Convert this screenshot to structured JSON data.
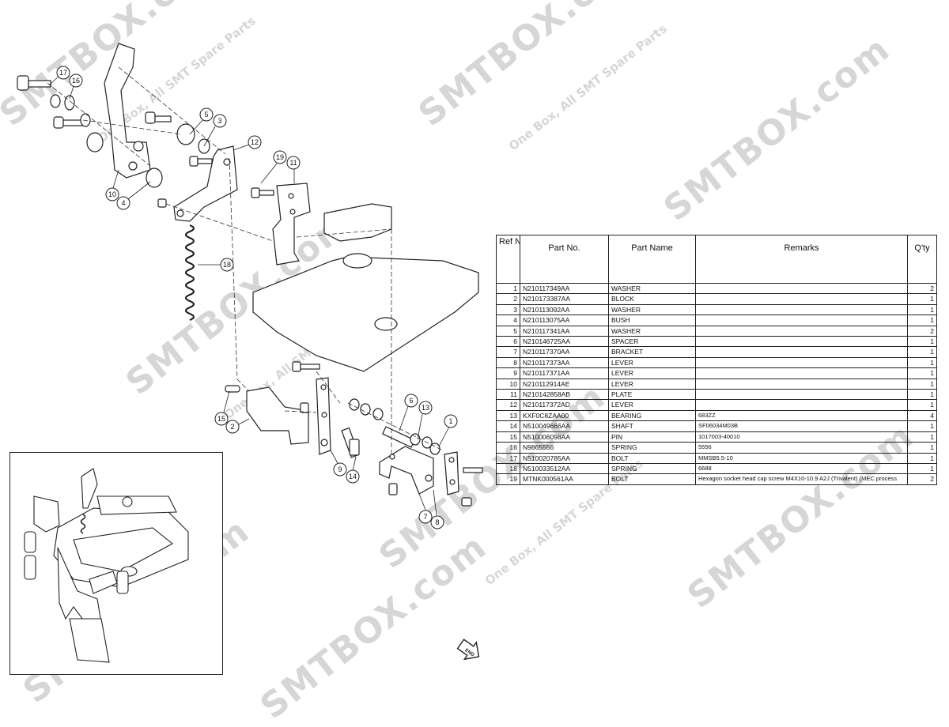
{
  "watermark": {
    "brand": "SMTBOX.com",
    "tagline": "One Box, All SMT Spare Parts"
  },
  "callouts": [
    "1",
    "2",
    "3",
    "4",
    "5",
    "6",
    "7",
    "8",
    "9",
    "10",
    "11",
    "12",
    "13",
    "14",
    "15",
    "16",
    "17",
    "18",
    "19"
  ],
  "table": {
    "headers": {
      "ref": "Ref No.",
      "part_no": "Part No.",
      "part_name": "Part Name",
      "remarks": "Remarks",
      "qty": "Q'ty"
    },
    "rows": [
      {
        "ref": "1",
        "part_no": "N210117349AA",
        "name": "WASHER",
        "remarks": "",
        "qty": "2"
      },
      {
        "ref": "2",
        "part_no": "N210173387AA",
        "name": "BLOCK",
        "remarks": "",
        "qty": "1"
      },
      {
        "ref": "3",
        "part_no": "N210113092AA",
        "name": "WASHER",
        "remarks": "",
        "qty": "1"
      },
      {
        "ref": "4",
        "part_no": "N210113075AA",
        "name": "BUSH",
        "remarks": "",
        "qty": "1"
      },
      {
        "ref": "5",
        "part_no": "N210117341AA",
        "name": "WASHER",
        "remarks": "",
        "qty": "2"
      },
      {
        "ref": "6",
        "part_no": "N210146725AA",
        "name": "SPACER",
        "remarks": "",
        "qty": "1"
      },
      {
        "ref": "7",
        "part_no": "N210117370AA",
        "name": "BRACKET",
        "remarks": "",
        "qty": "1"
      },
      {
        "ref": "8",
        "part_no": "N210117373AA",
        "name": "LEVER",
        "remarks": "",
        "qty": "1"
      },
      {
        "ref": "9",
        "part_no": "N210117371AA",
        "name": "LEVER",
        "remarks": "",
        "qty": "1"
      },
      {
        "ref": "10",
        "part_no": "N210112914AE",
        "name": "LEVER",
        "remarks": "",
        "qty": "1"
      },
      {
        "ref": "11",
        "part_no": "N210142858AB",
        "name": "PLATE",
        "remarks": "",
        "qty": "1"
      },
      {
        "ref": "12",
        "part_no": "N210117372AD",
        "name": "LEVER",
        "remarks": "",
        "qty": "1"
      },
      {
        "ref": "13",
        "part_no": "KXF0C8ZAA00",
        "name": "BEARING",
        "remarks": "683ZZ",
        "qty": "4"
      },
      {
        "ref": "14",
        "part_no": "N510049666AA",
        "name": "SHAFT",
        "remarks": "SF06034M03B",
        "qty": "1"
      },
      {
        "ref": "15",
        "part_no": "N510006098AA",
        "name": "PIN",
        "remarks": "1017003-40010",
        "qty": "1"
      },
      {
        "ref": "16",
        "part_no": "N9865556",
        "name": "SPRING",
        "remarks": "5556",
        "qty": "1"
      },
      {
        "ref": "17",
        "part_no": "N510020785AA",
        "name": "BOLT",
        "remarks": "MMSB5.5-10",
        "qty": "1"
      },
      {
        "ref": "18",
        "part_no": "N510033512AA",
        "name": "SPRING",
        "remarks": "6688",
        "qty": "1"
      },
      {
        "ref": "19",
        "part_no": "MTNK000561AA",
        "name": "BOLT",
        "remarks": "Hexagon socket head cap screw M4X10-10.9 A2J (Trivalent) (MEC process",
        "qty": "2"
      }
    ]
  },
  "end_marker": "END"
}
